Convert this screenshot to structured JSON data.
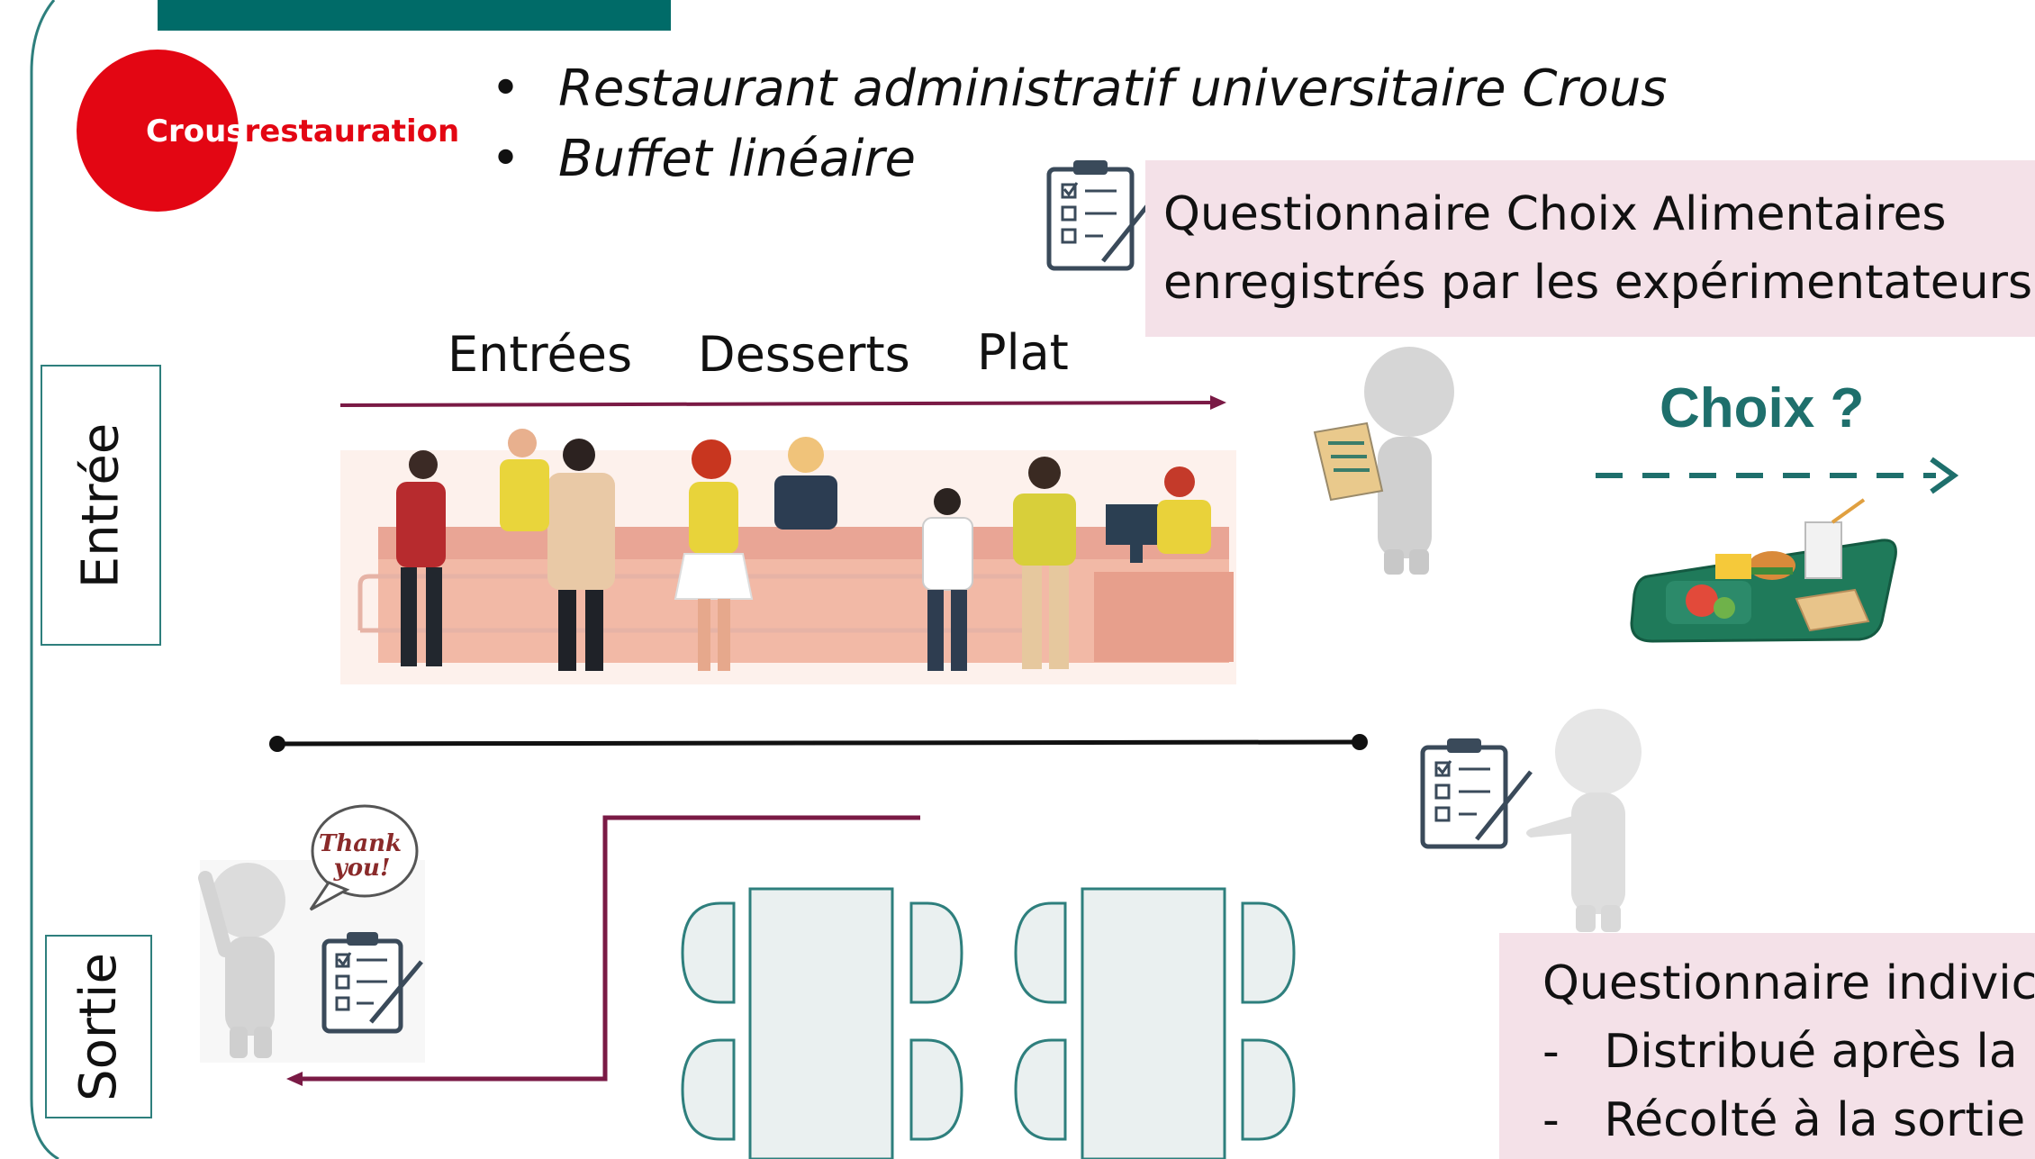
{
  "logo": {
    "text_crous": "Crous",
    "text_restauration": "restauration"
  },
  "bullets": [
    "Restaurant administratif universitaire Crous",
    "Buffet linéaire"
  ],
  "questionnaire_choix": {
    "line1": "Questionnaire Choix Alimentaires",
    "line2": "enregistrés par les expérimentateurs."
  },
  "stations": [
    "Entrées",
    "Desserts",
    "Plat"
  ],
  "side_labels": {
    "entree": "Entrée",
    "sortie": "Sortie"
  },
  "choix_label": "Choix ?",
  "thank_you": {
    "line1": "Thank",
    "line2": "you!"
  },
  "questionnaire_individuel": {
    "line1": "Questionnaire indivic",
    "line2": "-   Distribué après la c",
    "line3": "-   Récolté à la sortie c"
  },
  "colors": {
    "teal": "#006b68",
    "maroon": "#7a1a45",
    "pink_box": "#f4e1e8",
    "crous_red": "#e30613",
    "table_outline": "#2e7f7d"
  }
}
